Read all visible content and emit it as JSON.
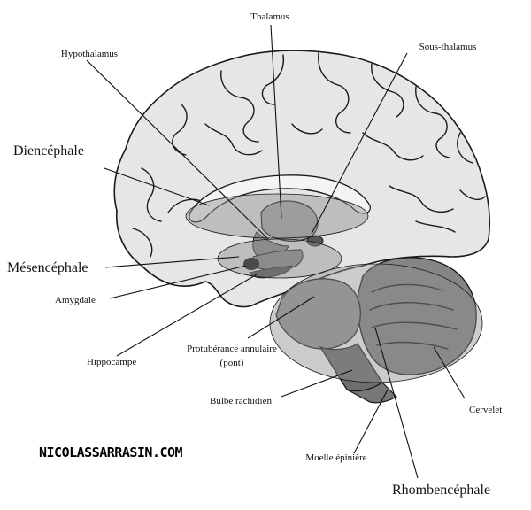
{
  "labels": {
    "thalamus": "Thalamus",
    "hypothalamus": "Hypothalamus",
    "sous_thalamus": "Sous-thalamus",
    "diencephale": "Diencéphale",
    "mesencephale": "Mésencéphale",
    "amygdale": "Amygdale",
    "hippocampe": "Hippocampe",
    "protuberance_line1": "Protubérance annulaire",
    "protuberance_line2": "(pont)",
    "bulbe": "Bulbe rachidien",
    "cervelet": "Cervelet",
    "moelle": "Moelle épinière",
    "rhombencephale": "Rhombencéphale"
  },
  "watermark": "NICOLASSARRASIN.COM",
  "colors": {
    "cortex": "#e6e6e6",
    "region_highlight": "#9a9a9a",
    "brainstem_dark": "#6e6e6e",
    "brainstem_mid": "#8a8a8a",
    "cerebellum": "#858585",
    "thalamus": "#a9a9a9",
    "line": "#111111"
  }
}
